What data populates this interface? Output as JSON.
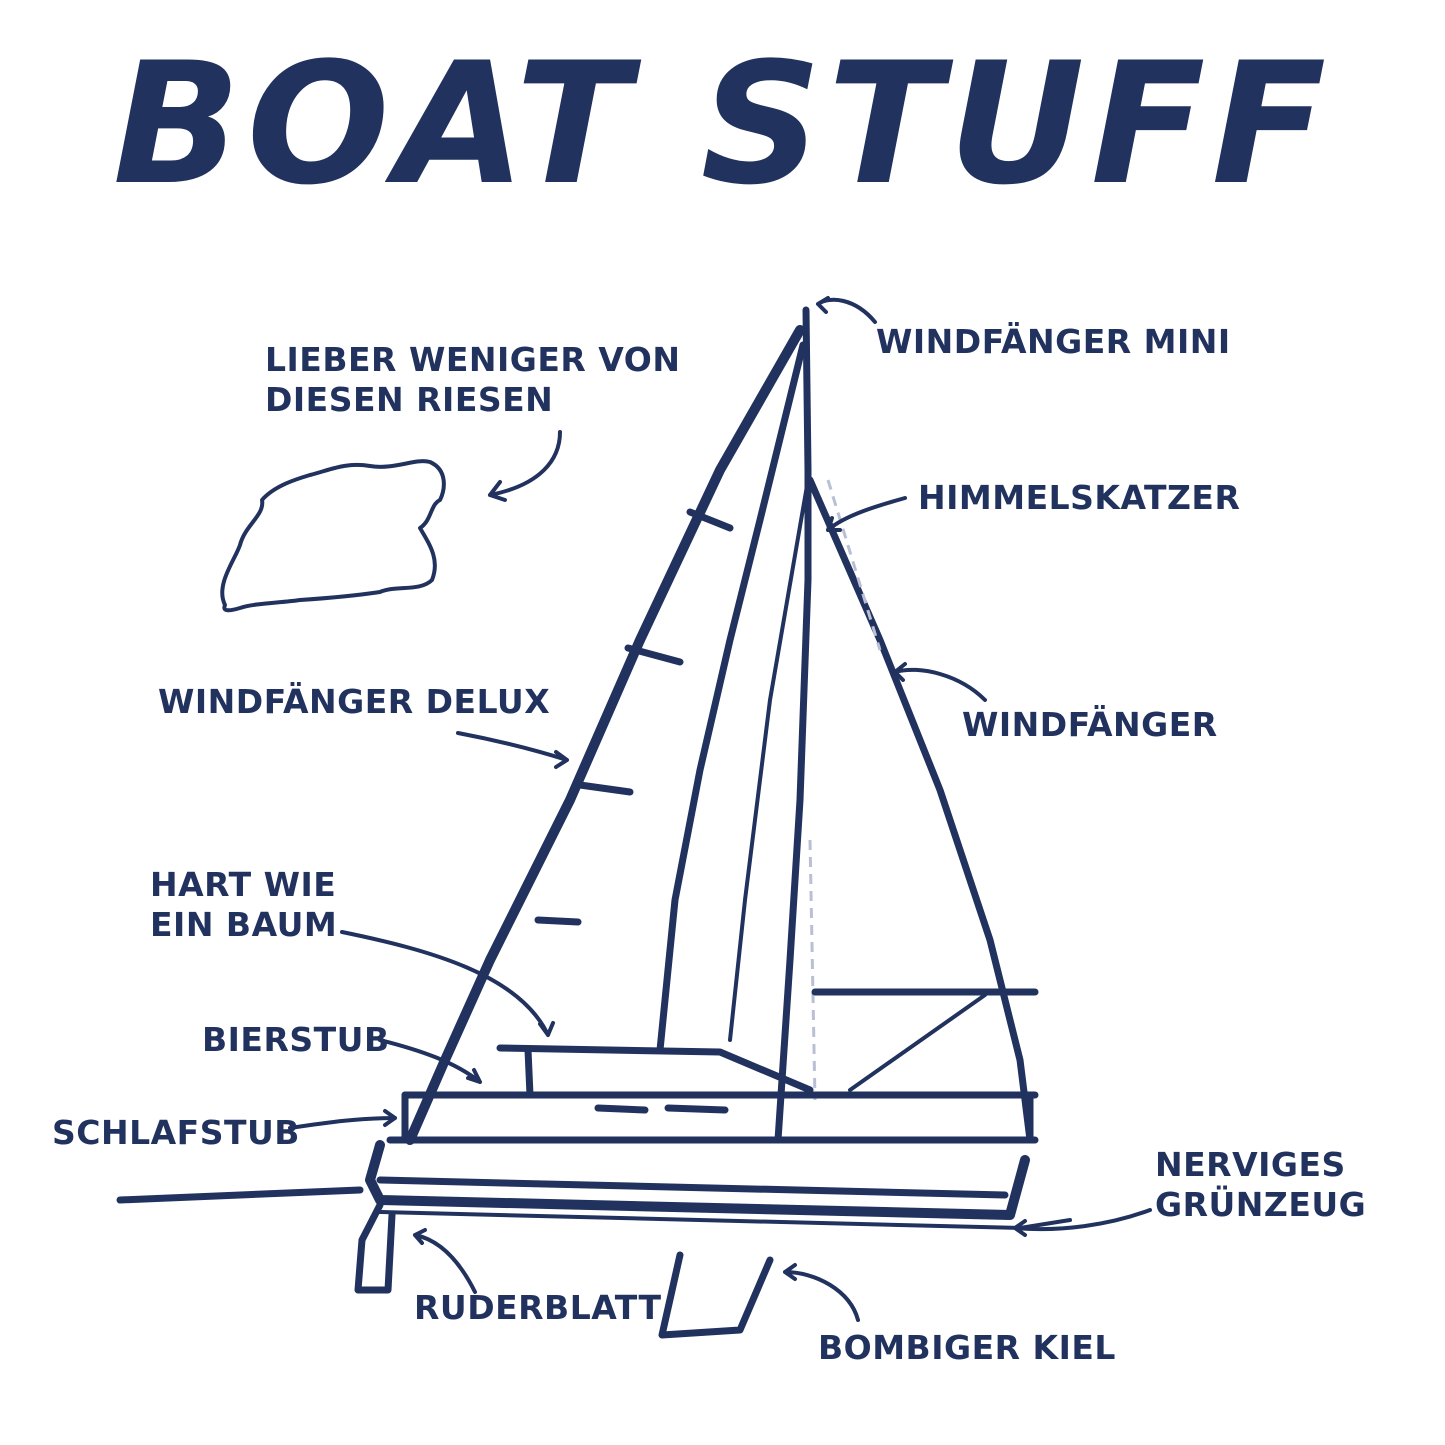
{
  "title": "BOAT STUFF",
  "ink_color": "#22325e",
  "labels": {
    "wolke": [
      "LIEBER WENIGER VON",
      "DIESEN RIESEN"
    ],
    "windfaenger_mini": "WINDFÄNGER MINI",
    "himmelskatzer": "HIMMELSKATZER",
    "windfaenger_delux": "WINDFÄNGER DELUX",
    "windfaenger": "WINDFÄNGER",
    "hart_wie_ein_baum": [
      "HART WIE",
      "EIN BAUM"
    ],
    "bierstub": "BIERSTUB",
    "schlafstub": "SCHLAFSTUB",
    "nerviges_gruenzeug": [
      "NERVIGES",
      "GRÜNZEUG"
    ],
    "ruderblatt": "RUDERBLATT",
    "bombiger_kiel": "BOMBIGER KIEL"
  }
}
